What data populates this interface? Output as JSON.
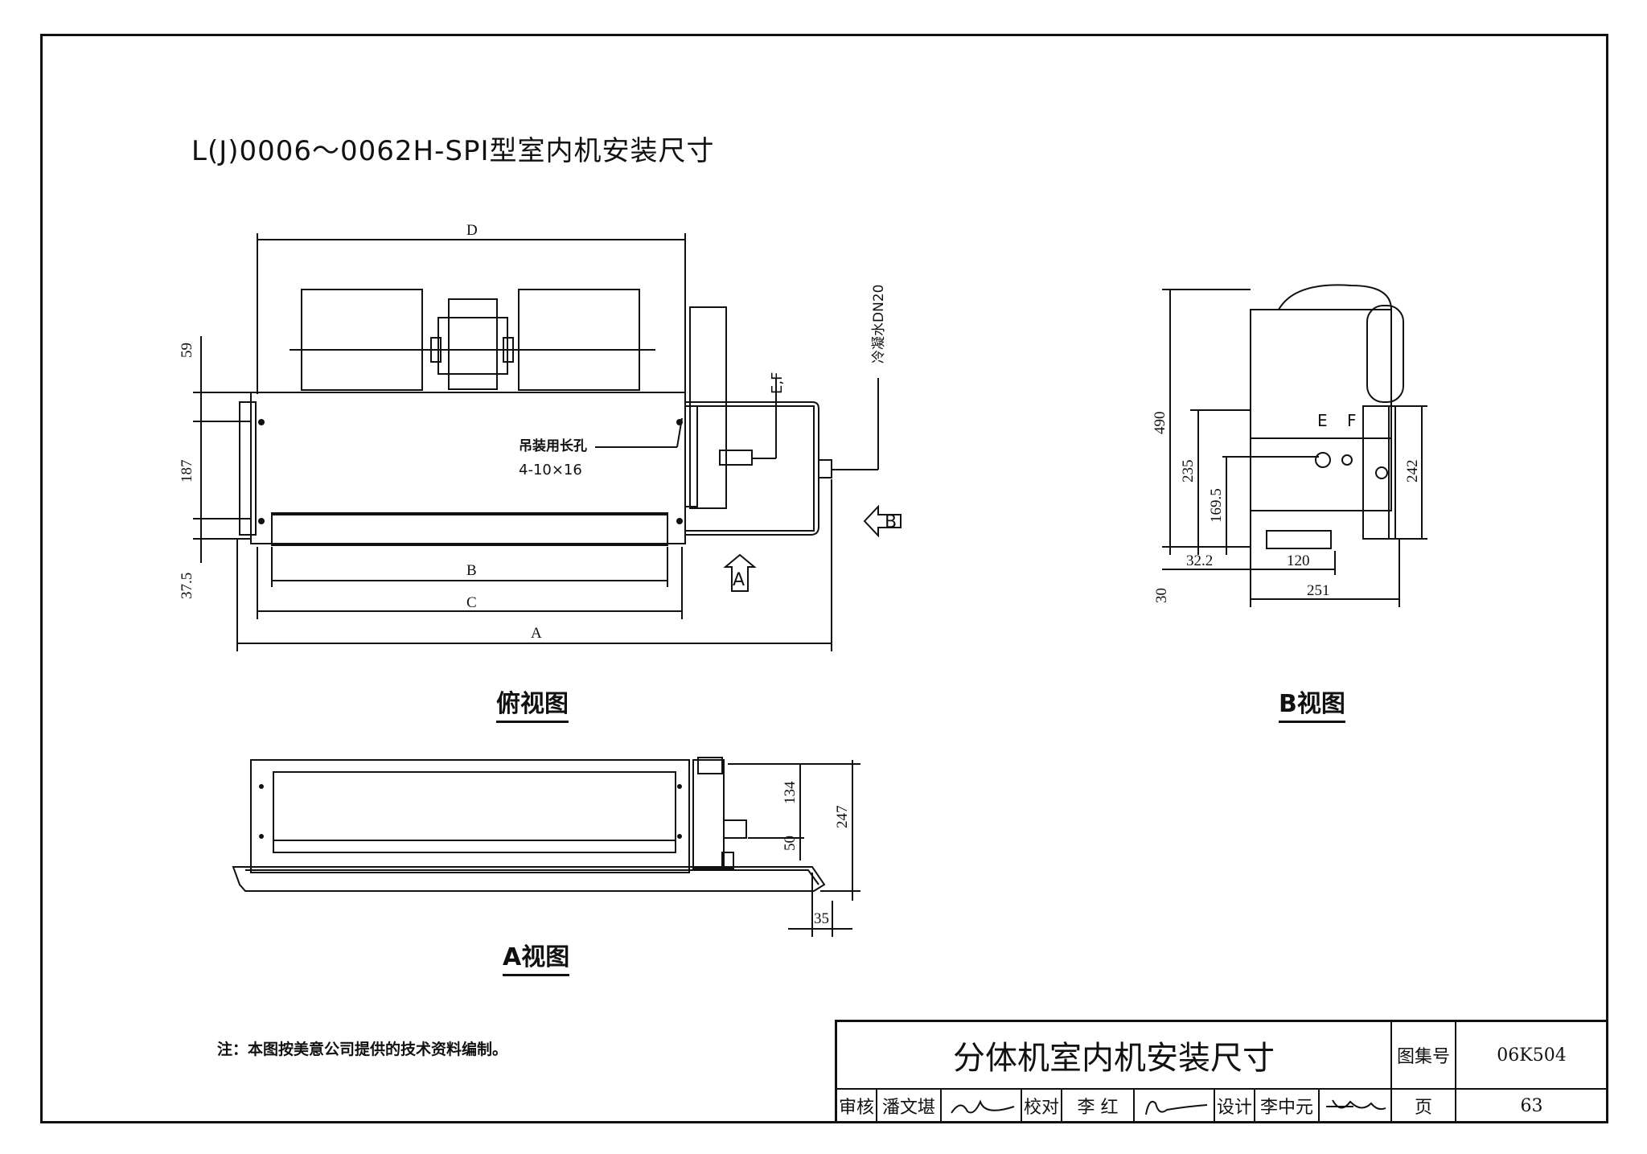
{
  "title": "L(J)0006～0062H-SPI型室内机安装尺寸",
  "views": {
    "top_view": {
      "caption": "俯视图",
      "dims": {
        "D": "D",
        "B": "B",
        "C": "C",
        "A": "A",
        "d59": "59",
        "d187": "187",
        "d375": "37.5"
      },
      "labels": {
        "ef": "E,F",
        "condensate": "冷凝水DN20",
        "hanging_hole": "吊装用长孔",
        "hanging_spec": "4-10×16",
        "arrow_a": "A",
        "arrow_b": "B"
      }
    },
    "b_view": {
      "caption": "B视图",
      "labels": {
        "e": "E",
        "f": "F"
      },
      "dims": {
        "d490": "490",
        "d235": "235",
        "d1695": "169.5",
        "d242": "242",
        "d322": "32.2",
        "d120": "120",
        "d251": "251",
        "d30": "30"
      }
    },
    "a_view": {
      "caption": "A视图",
      "dims": {
        "d134": "134",
        "d247": "247",
        "d50": "50",
        "d35": "35"
      }
    }
  },
  "note": "注：本图按美意公司提供的技术资料编制。",
  "title_block": {
    "drawing_title": "分体机室内机安装尺寸",
    "atlas_label": "图集号",
    "atlas_no": "06K504",
    "page_label": "页",
    "page_no": "63",
    "review_label": "审核",
    "reviewer": "潘文堪",
    "check_label": "校对",
    "checker": "李  红",
    "design_label": "设计",
    "designer": "李中元"
  }
}
